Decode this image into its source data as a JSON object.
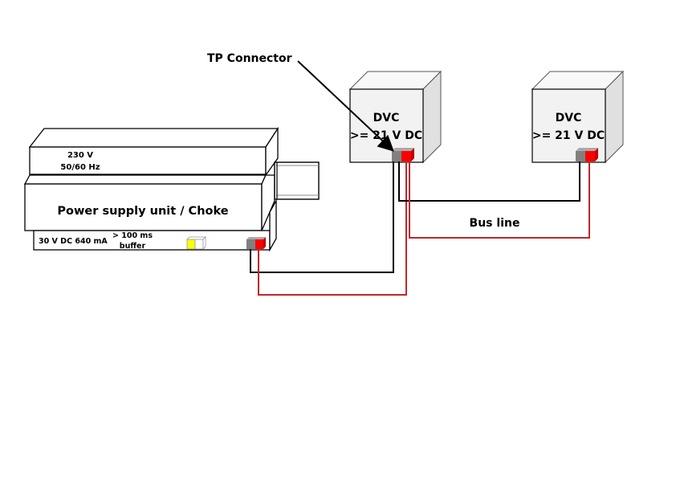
{
  "labels": {
    "tp_connector": "TP Connector",
    "bus_line": "Bus line"
  },
  "power_supply": {
    "input_voltage": "230 V",
    "input_frequency": "50/60 Hz",
    "title": "Power supply unit / Choke",
    "output_rating": "30 V DC 640 mA",
    "buffer_line1": "> 100 ms",
    "buffer_line2": "buffer"
  },
  "devices": [
    {
      "name": "DVC",
      "voltage": ">= 21 V DC"
    },
    {
      "name": "DVC",
      "voltage": ">= 21 V DC"
    }
  ],
  "colors": {
    "wire_negative": "#000000",
    "wire_positive": "#c0282a",
    "terminal_negative": "#808080",
    "terminal_positive": "#ff0000",
    "terminal_yellow": "#ffff00",
    "device_face": "#f2f2f2",
    "device_side": "#e0e0e0"
  }
}
